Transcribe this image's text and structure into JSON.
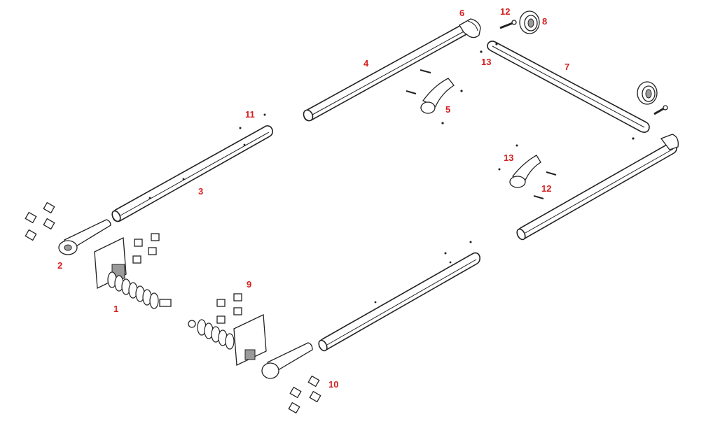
{
  "labels": {
    "p1": "1",
    "p2": "2",
    "p3": "3",
    "p4": "4",
    "p5": "5",
    "p6": "6",
    "p7": "7",
    "p8": "8",
    "p9": "9",
    "p10": "10",
    "p11": "11",
    "p12a": "12",
    "p12b": "12",
    "p13a": "13",
    "p13b": "13"
  },
  "colors": {
    "label": "#d42020",
    "line": "#222222",
    "background": "#ffffff"
  }
}
